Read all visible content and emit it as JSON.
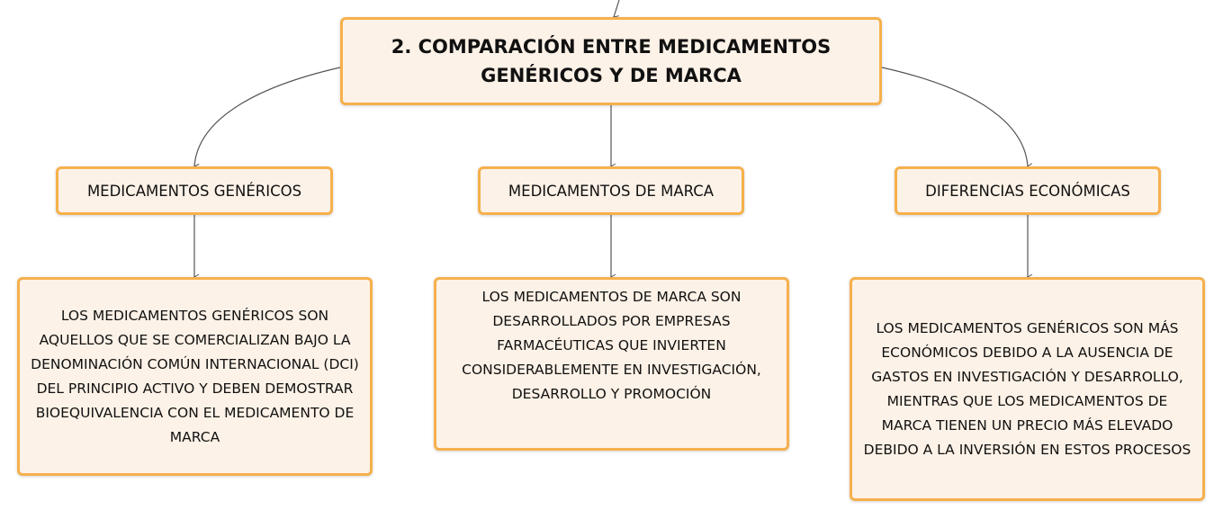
{
  "root": {
    "title": "2. COMPARACIÓN ENTRE MEDICAMENTOS GENÉRICOS Y DE MARCA"
  },
  "categories": [
    {
      "label": "MEDICAMENTOS GENÉRICOS",
      "detail": "LOS MEDICAMENTOS GENÉRICOS SON AQUELLOS QUE SE COMERCIALIZAN BAJO LA DENOMINACIÓN COMÚN INTERNACIONAL (DCI) DEL PRINCIPIO ACTIVO Y DEBEN DEMOSTRAR BIOEQUIVALENCIA CON EL MEDICAMENTO DE MARCA"
    },
    {
      "label": "MEDICAMENTOS DE MARCA",
      "detail": "LOS MEDICAMENTOS DE MARCA SON DESARROLLADOS POR EMPRESAS FARMACÉUTICAS QUE INVIERTEN CONSIDERABLEMENTE EN INVESTIGACIÓN, DESARROLLO Y PROMOCIÓN"
    },
    {
      "label": "DIFERENCIAS ECONÓMICAS",
      "detail": "LOS MEDICAMENTOS GENÉRICOS SON MÁS ECONÓMICOS DEBIDO A LA AUSENCIA DE GASTOS EN INVESTIGACIÓN Y DESARROLLO, MIENTRAS QUE LOS MEDICAMENTOS DE MARCA TIENEN UN PRECIO MÁS ELEVADO DEBIDO A LA INVERSIÓN EN ESTOS PROCESOS"
    }
  ],
  "colors": {
    "node_fill": "#fdf2e7",
    "node_border": "#f6b04c",
    "connector": "#555555"
  }
}
